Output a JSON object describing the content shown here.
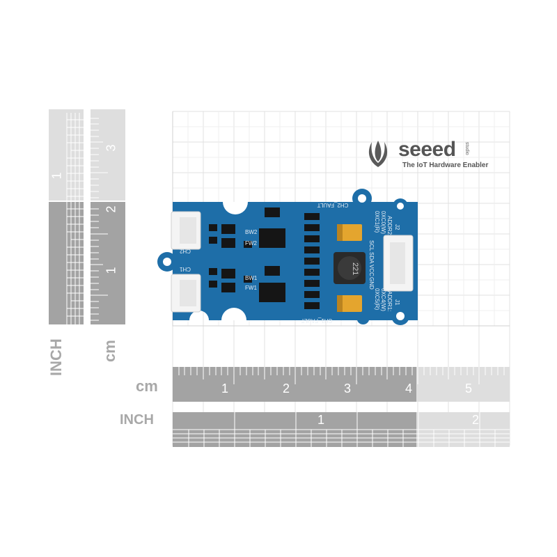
{
  "brand": {
    "name": "seeed",
    "tagline": "The IoT Hardware Enabler",
    "suffix": "studio"
  },
  "units": {
    "cm": "cm",
    "inch": "INCH"
  },
  "horizontal_cm_ruler": {
    "ticks": [
      "1",
      "2",
      "3",
      "4",
      "5"
    ]
  },
  "horizontal_inch_ruler": {
    "ticks": [
      "1",
      "2"
    ]
  },
  "vertical_cm_ruler": {
    "ticks": [
      "1",
      "2",
      "3"
    ]
  },
  "vertical_inch_ruler": {
    "ticks": [
      "1"
    ]
  },
  "board": {
    "connector_labels": [
      "CH2",
      "CH1",
      "J2",
      "J1"
    ],
    "silkscreen": [
      "CH2_FAULT",
      "CH1_FAULT",
      "BW2",
      "FW2",
      "BW1",
      "FW1",
      "ADDR2:",
      "0XC0(W)",
      "0XC1(R)",
      "ADDR1:",
      "0XC4(W)",
      "0XC5(R)",
      "SCL",
      "SDA",
      "VCC",
      "GND"
    ],
    "inductor_marking": "221"
  },
  "colors": {
    "pcb": "#1e6ea8",
    "ruler_dark": "#a3a3a3",
    "ruler_light": "#dcdcdc",
    "grid": "#dedede"
  }
}
